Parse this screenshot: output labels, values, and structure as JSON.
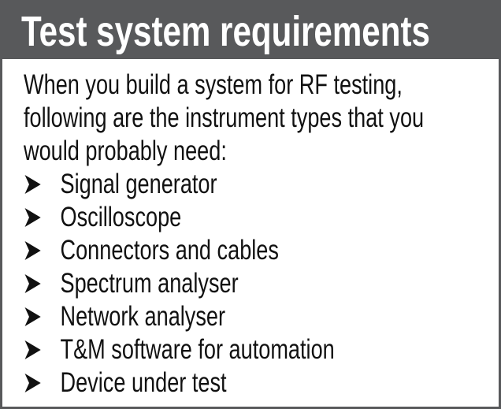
{
  "title": "Test system requirements",
  "intro_lines": [
    "When you build a system for RF testing,",
    "following are the instrument types that you",
    "would probably need:"
  ],
  "bullet_icon": "arrowhead-bullet-icon",
  "items": [
    "Signal generator",
    "Oscilloscope",
    "Connectors and cables",
    "Spectrum analyser",
    "Network analyser",
    "T&M software for automation",
    "Device under test"
  ],
  "colors": {
    "header_bg": "#58595b",
    "border": "#58595b",
    "text": "#111111"
  }
}
